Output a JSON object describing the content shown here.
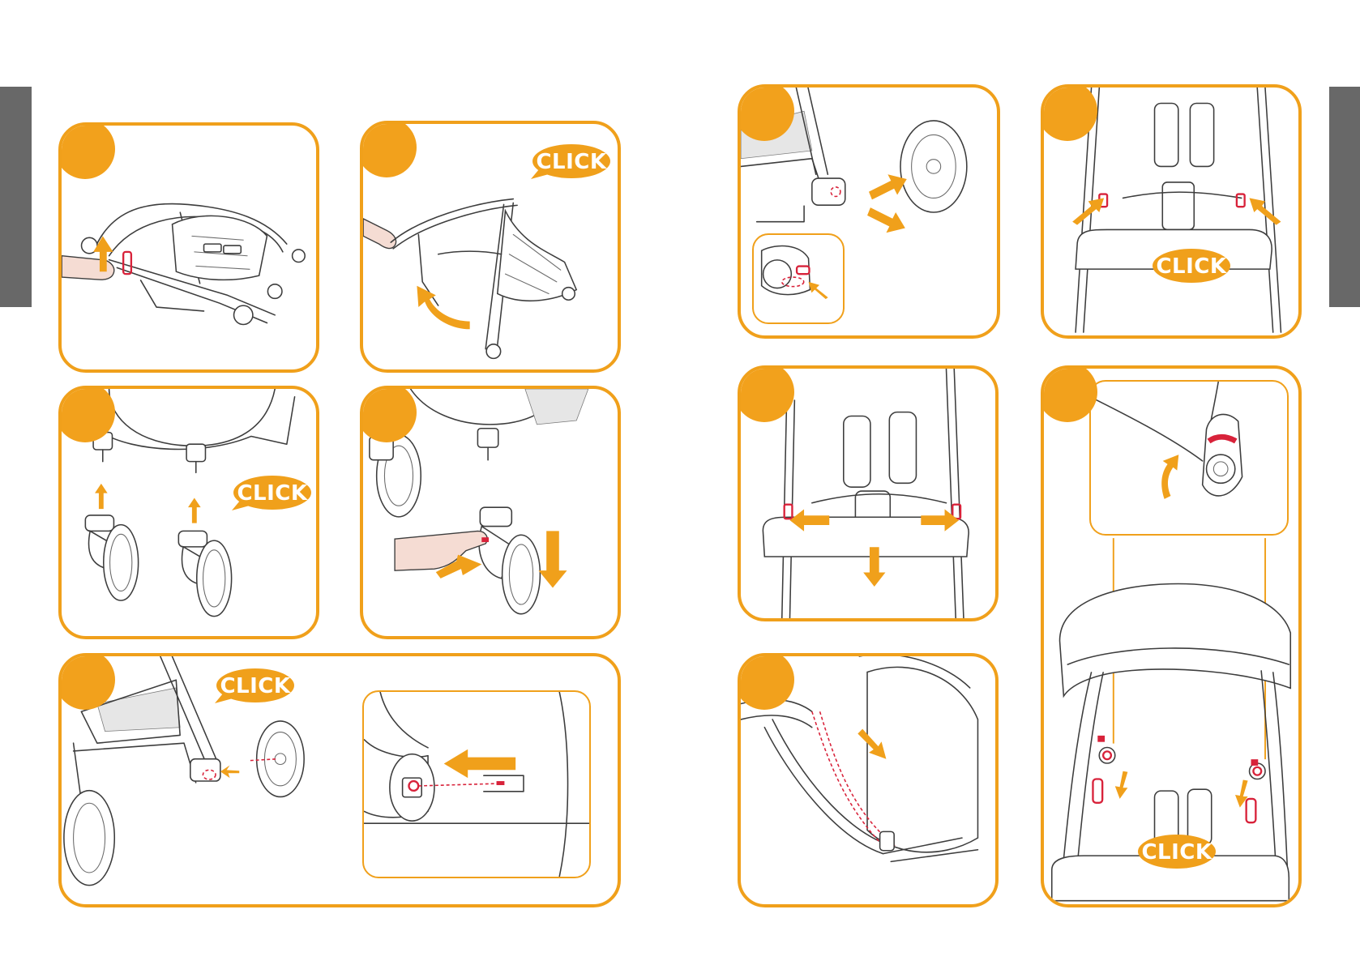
{
  "colors": {
    "accent": "#f0a01b",
    "step_dot": "#f2a11c",
    "edge_tab": "#686868",
    "highlight_red": "#d8223a"
  },
  "callouts": {
    "click": "CLICK"
  },
  "left_page": {
    "panels": [
      {
        "id": "fold-release",
        "has_click": false
      },
      {
        "id": "unfold-frame",
        "has_click": true
      },
      {
        "id": "attach-front-wheels",
        "has_click": true
      },
      {
        "id": "remove-front-wheel",
        "has_click": false
      },
      {
        "id": "attach-rear-wheel",
        "has_click": true
      }
    ]
  },
  "right_page": {
    "panels": [
      {
        "id": "remove-rear-wheel",
        "has_click": false
      },
      {
        "id": "attach-bumper-bar",
        "has_click": true
      },
      {
        "id": "remove-bumper-bar",
        "has_click": false
      },
      {
        "id": "unzip-seat-cover",
        "has_click": false
      },
      {
        "id": "attach-canopy",
        "has_click": true
      }
    ]
  }
}
